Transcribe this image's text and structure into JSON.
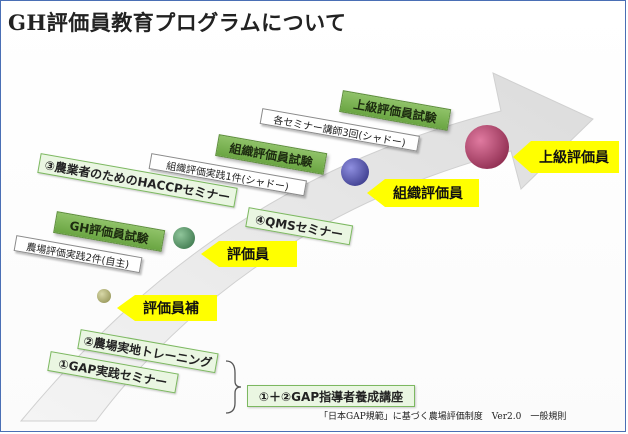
{
  "title": "GH評価員教育プログラムについて",
  "tiers": {
    "hojo": {
      "label": "評価員補",
      "requirement": "農場評価実践2件(自主)"
    },
    "hyokain": {
      "label": "評価員",
      "exam": "GH評価員試験",
      "requirement": "組織評価実践1件(シャドー)"
    },
    "soshiki": {
      "label": "組織評価員",
      "exam": "組織評価員試験",
      "requirement": "各セミナー講師3回(シャドー)"
    },
    "jokyu": {
      "label": "上級評価員",
      "exam": "上級評価員試験"
    }
  },
  "seminars": {
    "s1": "①GAP実践セミナー",
    "s2": "②農場実地トレーニング",
    "s3": "③農業者のためのHACCPセミナー",
    "s4": "④QMSセミナー"
  },
  "course": "①＋②GAP指導者養成講座",
  "footer": "「日本GAP規範」に基づく農場評価制度　Ver2.0　一般規則",
  "colors": {
    "exam_box": "#7ab34f",
    "seminar_box": "#eaf6e2",
    "tag": "#ffff00",
    "dot_hojo": "#8a8a4a",
    "dot_hyokain": "#2f6a40",
    "dot_soshiki": "#2a2a7a",
    "dot_jokyu": "#7a1a3c"
  }
}
